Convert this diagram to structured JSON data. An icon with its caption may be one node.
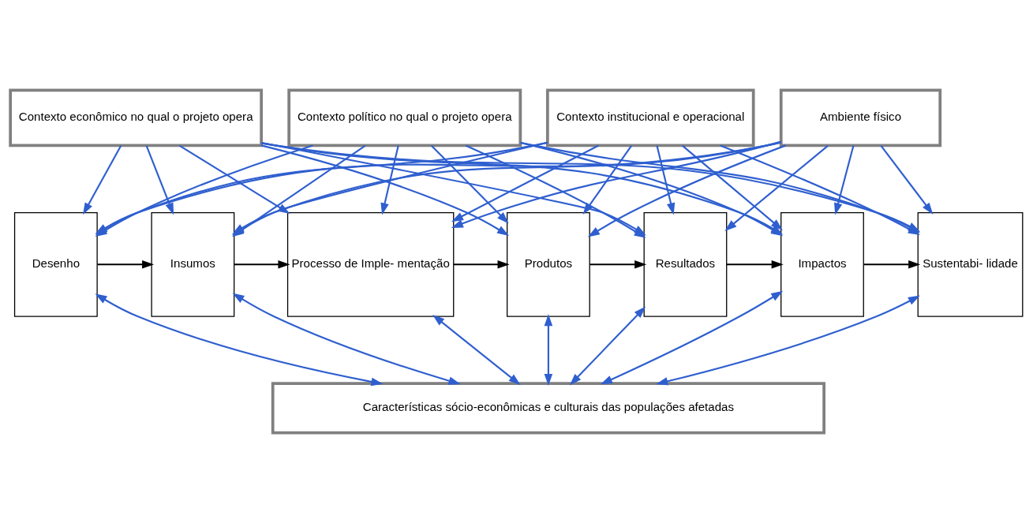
{
  "diagram": {
    "nodes": [
      {
        "text": [
          "Contexto econômico no qual o projeto opera"
        ]
      },
      {
        "text": [
          "Contexto político no qual o projeto opera"
        ]
      },
      {
        "text": [
          "Contexto institucional e operacional"
        ]
      },
      {
        "text": [
          "Ambiente físico"
        ]
      },
      {
        "text": [
          "Desenho"
        ]
      },
      {
        "text": [
          "Insumos"
        ]
      },
      {
        "text": [
          "Processo de Imple- mentação"
        ]
      },
      {
        "text": [
          "Produtos"
        ]
      },
      {
        "text": [
          "Resultados"
        ]
      },
      {
        "text": [
          "Impactos"
        ]
      },
      {
        "text": [
          "Sustentabi- lidade"
        ]
      },
      {
        "text": [
          "Características sócio-econômicas e culturais das populações afetadas"
        ]
      }
    ],
    "edges": [
      {
        "from": 0,
        "to": 4,
        "arrow": "to"
      },
      {
        "from": 0,
        "to": 5,
        "arrow": "to"
      },
      {
        "from": 0,
        "to": 6,
        "arrow": "to"
      },
      {
        "from": 0,
        "to": 7,
        "arrow": "to"
      },
      {
        "from": 0,
        "to": 8,
        "arrow": "to"
      },
      {
        "from": 0,
        "to": 9,
        "arrow": "to"
      },
      {
        "from": 0,
        "to": 10,
        "arrow": "to"
      },
      {
        "from": 1,
        "to": 4,
        "arrow": "to"
      },
      {
        "from": 1,
        "to": 5,
        "arrow": "to"
      },
      {
        "from": 1,
        "to": 6,
        "arrow": "to"
      },
      {
        "from": 1,
        "to": 7,
        "arrow": "to"
      },
      {
        "from": 1,
        "to": 8,
        "arrow": "to"
      },
      {
        "from": 1,
        "to": 9,
        "arrow": "to"
      },
      {
        "from": 1,
        "to": 10,
        "arrow": "to"
      },
      {
        "from": 2,
        "to": 4,
        "arrow": "to"
      },
      {
        "from": 2,
        "to": 5,
        "arrow": "to"
      },
      {
        "from": 2,
        "to": 6,
        "arrow": "to"
      },
      {
        "from": 2,
        "to": 7,
        "arrow": "to"
      },
      {
        "from": 2,
        "to": 8,
        "arrow": "to"
      },
      {
        "from": 2,
        "to": 9,
        "arrow": "to"
      },
      {
        "from": 2,
        "to": 10,
        "arrow": "to"
      },
      {
        "from": 3,
        "to": 4,
        "arrow": "to"
      },
      {
        "from": 3,
        "to": 5,
        "arrow": "to"
      },
      {
        "from": 3,
        "to": 6,
        "arrow": "to"
      },
      {
        "from": 3,
        "to": 7,
        "arrow": "to"
      },
      {
        "from": 3,
        "to": 8,
        "arrow": "to"
      },
      {
        "from": 3,
        "to": 9,
        "arrow": "to"
      },
      {
        "from": 3,
        "to": 10,
        "arrow": "to"
      },
      {
        "from": 4,
        "to": 5,
        "arrow": "to",
        "color": "#000000"
      },
      {
        "from": 5,
        "to": 6,
        "arrow": "to",
        "color": "#000000"
      },
      {
        "from": 6,
        "to": 7,
        "arrow": "to",
        "color": "#000000"
      },
      {
        "from": 7,
        "to": 8,
        "arrow": "to",
        "color": "#000000"
      },
      {
        "from": 8,
        "to": 9,
        "arrow": "to",
        "color": "#000000"
      },
      {
        "from": 9,
        "to": 10,
        "arrow": "to",
        "color": "#000000"
      },
      {
        "from": 4,
        "to": 11,
        "arrow": "both"
      },
      {
        "from": 5,
        "to": 11,
        "arrow": "both"
      },
      {
        "from": 6,
        "to": 11,
        "arrow": "both"
      },
      {
        "from": 7,
        "to": 11,
        "arrow": "both"
      },
      {
        "from": 8,
        "to": 11,
        "arrow": "both"
      },
      {
        "from": 9,
        "to": 11,
        "arrow": "both"
      },
      {
        "from": 10,
        "to": 11,
        "arrow": "both"
      }
    ]
  }
}
